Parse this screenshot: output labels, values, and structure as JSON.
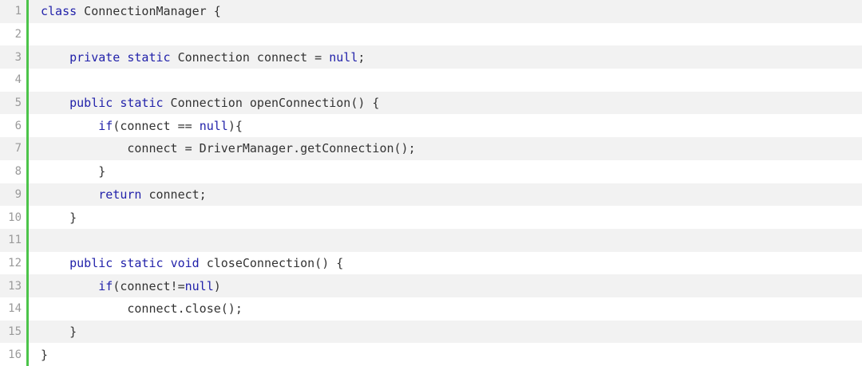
{
  "editor": {
    "accent_border_color": "#4cc44a",
    "keyword_color": "#2222aa",
    "text_color": "#333333",
    "line_number_color": "#9a9a9a",
    "lines": [
      {
        "number": "1",
        "tokens": [
          {
            "t": "class",
            "k": true
          },
          {
            "t": " ConnectionManager {"
          }
        ]
      },
      {
        "number": "2",
        "tokens": []
      },
      {
        "number": "3",
        "tokens": [
          {
            "t": "    "
          },
          {
            "t": "private",
            "k": true
          },
          {
            "t": " "
          },
          {
            "t": "static",
            "k": true
          },
          {
            "t": " Connection connect = "
          },
          {
            "t": "null",
            "k": true
          },
          {
            "t": ";"
          }
        ]
      },
      {
        "number": "4",
        "tokens": []
      },
      {
        "number": "5",
        "tokens": [
          {
            "t": "    "
          },
          {
            "t": "public",
            "k": true
          },
          {
            "t": " "
          },
          {
            "t": "static",
            "k": true
          },
          {
            "t": " Connection openConnection() {"
          }
        ]
      },
      {
        "number": "6",
        "tokens": [
          {
            "t": "        "
          },
          {
            "t": "if",
            "k": true
          },
          {
            "t": "(connect == "
          },
          {
            "t": "null",
            "k": true
          },
          {
            "t": "){"
          }
        ]
      },
      {
        "number": "7",
        "tokens": [
          {
            "t": "            connect = DriverManager.getConnection();"
          }
        ]
      },
      {
        "number": "8",
        "tokens": [
          {
            "t": "        }"
          }
        ]
      },
      {
        "number": "9",
        "tokens": [
          {
            "t": "        "
          },
          {
            "t": "return",
            "k": true
          },
          {
            "t": " connect;"
          }
        ]
      },
      {
        "number": "10",
        "tokens": [
          {
            "t": "    }"
          }
        ]
      },
      {
        "number": "11",
        "tokens": []
      },
      {
        "number": "12",
        "tokens": [
          {
            "t": "    "
          },
          {
            "t": "public",
            "k": true
          },
          {
            "t": " "
          },
          {
            "t": "static",
            "k": true
          },
          {
            "t": " "
          },
          {
            "t": "void",
            "k": true
          },
          {
            "t": " closeConnection() {"
          }
        ]
      },
      {
        "number": "13",
        "tokens": [
          {
            "t": "        "
          },
          {
            "t": "if",
            "k": true
          },
          {
            "t": "(connect!="
          },
          {
            "t": "null",
            "k": true
          },
          {
            "t": ")"
          }
        ]
      },
      {
        "number": "14",
        "tokens": [
          {
            "t": "            connect.close();"
          }
        ]
      },
      {
        "number": "15",
        "tokens": [
          {
            "t": "    }"
          }
        ]
      },
      {
        "number": "16",
        "tokens": [
          {
            "t": "}"
          }
        ]
      }
    ]
  }
}
